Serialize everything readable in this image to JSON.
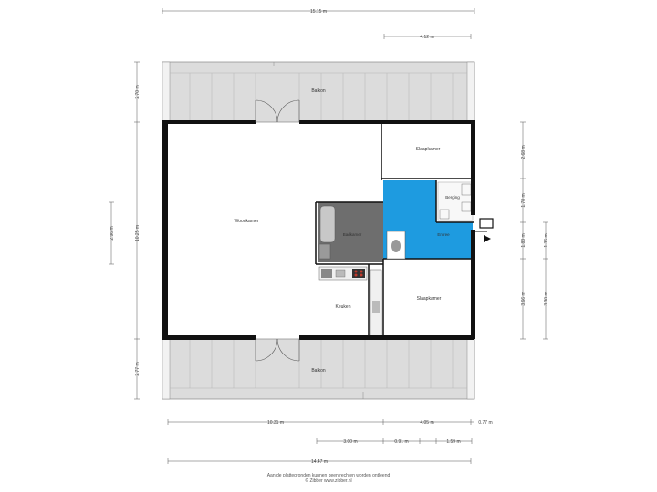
{
  "rooms": {
    "balkon_top": "Balkon",
    "woonkamer": "Woonkamer",
    "slaapkamer_1": "Slaapkamer",
    "berging": "Berging",
    "badkamer": "Badkamer",
    "entree": "Entree",
    "keuken": "Keuken",
    "slaapkamer_2": "Slaapkamer",
    "balkon_bottom": "Balkon"
  },
  "dimensions": {
    "top_total": "15.15 m",
    "top_right": "4.12 m",
    "left_balkon_top": "2.70 m",
    "left_inner": "2.96 m",
    "left_total": "10.25 m",
    "left_balkon_bottom": "2.77 m",
    "right_1": "2.68 m",
    "right_2": "1.78 m",
    "right_3": "1.83 m",
    "right_4": "1.36 m",
    "right_5": "3.66 m",
    "right_6": "3.30 m",
    "bottom_1": "10.31 m",
    "bottom_2": "4.05 m",
    "bottom_3": "0.77 m",
    "bottom_4": "3.00 m",
    "bottom_5": "0.91 m",
    "bottom_6": "1.59 m",
    "bottom_total": "14.47 m"
  },
  "footer": {
    "line1": "Aan de plattegronden kunnen geen rechten worden ontleend",
    "line2": "© Zibber www.zibber.nl"
  },
  "colors": {
    "wall": "#111111",
    "entree": "#1e9be0",
    "badkamer": "#6e6e6e",
    "balkon": "#dcdcdc",
    "dim": "#555555"
  }
}
